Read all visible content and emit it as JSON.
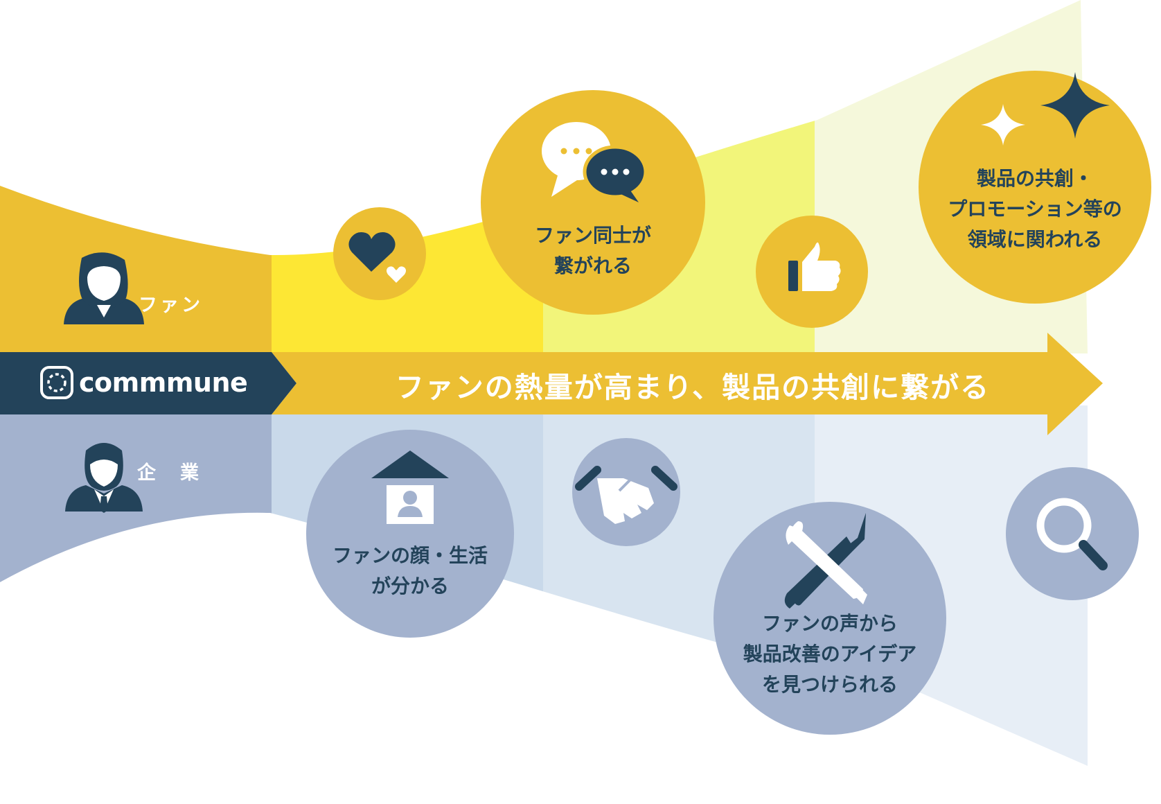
{
  "brand": {
    "logo_text": "commmune",
    "logo_icon": "commmune-logo-icon"
  },
  "banner": {
    "text": "ファンの熱量が高まり、製品の共創に繋がる"
  },
  "roles": {
    "fan": {
      "label": "ファン",
      "icon": "woman-avatar-icon"
    },
    "company": {
      "label": "企　業",
      "icon": "businessman-avatar-icon"
    }
  },
  "fan_bubbles": [
    {
      "icon": "heart-icon",
      "lines": []
    },
    {
      "icon": "chat-bubbles-icon",
      "lines": [
        "ファン同士が",
        "繋がれる"
      ]
    },
    {
      "icon": "thumbs-up-icon",
      "lines": []
    },
    {
      "icon": "sparkle-icon",
      "lines": [
        "製品の共創・",
        "プロモーション等の",
        "領域に関われる"
      ]
    }
  ],
  "company_bubbles": [
    {
      "icon": "profile-house-icon",
      "lines": [
        "ファンの顔・生活",
        "が分かる"
      ]
    },
    {
      "icon": "handshake-icon",
      "lines": []
    },
    {
      "icon": "tools-icon",
      "lines": [
        "ファンの声から",
        "製品改善のアイデア",
        "を見つけられる"
      ]
    },
    {
      "icon": "magnifier-icon",
      "lines": []
    }
  ],
  "colors": {
    "fan_band": "#ecbf33",
    "fan_stage1": "#fde734",
    "fan_stage2": "#f2f57a",
    "fan_stage3": "#f5f8db",
    "company_band": "#a3b2ce",
    "company_stage1": "#c9d9ea",
    "company_stage2": "#d8e4f0",
    "company_stage3": "#e7eef6",
    "navy": "#23435a",
    "bubble_fan": "#ecbf33",
    "bubble_company": "#a3b2ce"
  }
}
